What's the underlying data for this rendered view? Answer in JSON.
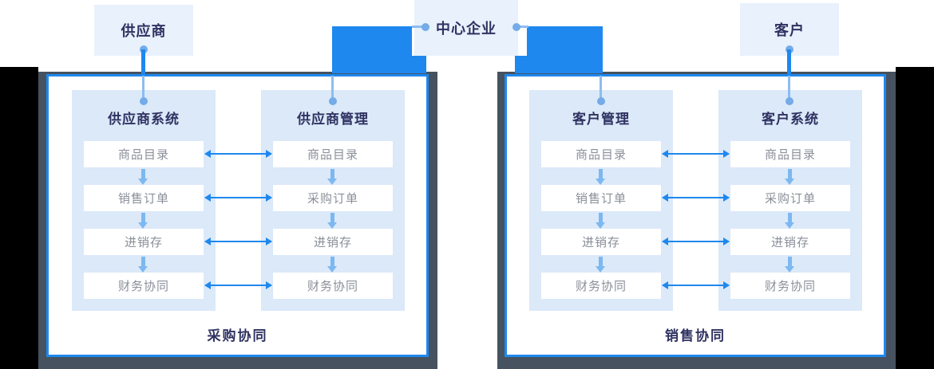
{
  "top_boxes": {
    "supplier": "供应商",
    "center": "中心企业",
    "customer": "客户"
  },
  "panels": [
    {
      "label": "采购协同",
      "columns": [
        {
          "title": "供应商系统",
          "rows": [
            "商品目录",
            "销售订单",
            "进销存",
            "财务协同"
          ]
        },
        {
          "title": "供应商管理",
          "rows": [
            "商品目录",
            "采购订单",
            "进销存",
            "财务协同"
          ]
        }
      ]
    },
    {
      "label": "销售协同",
      "columns": [
        {
          "title": "客户管理",
          "rows": [
            "商品目录",
            "销售订单",
            "进销存",
            "财务协同"
          ]
        },
        {
          "title": "客户系统",
          "rows": [
            "商品目录",
            "采购订单",
            "进销存",
            "财务协同"
          ]
        }
      ]
    }
  ],
  "colors": {
    "accent_blue": "#1E88EE",
    "column_fill": "#DBE9F9",
    "top_box_fill": "#E8F1FC",
    "connector_light": "#8DBDF0",
    "connector_dot": "#74ABE8",
    "slate_shadow": "#46525F",
    "edge_black": "#000000",
    "heading_text": "#2F3261",
    "row_text": "#8A8F99"
  }
}
